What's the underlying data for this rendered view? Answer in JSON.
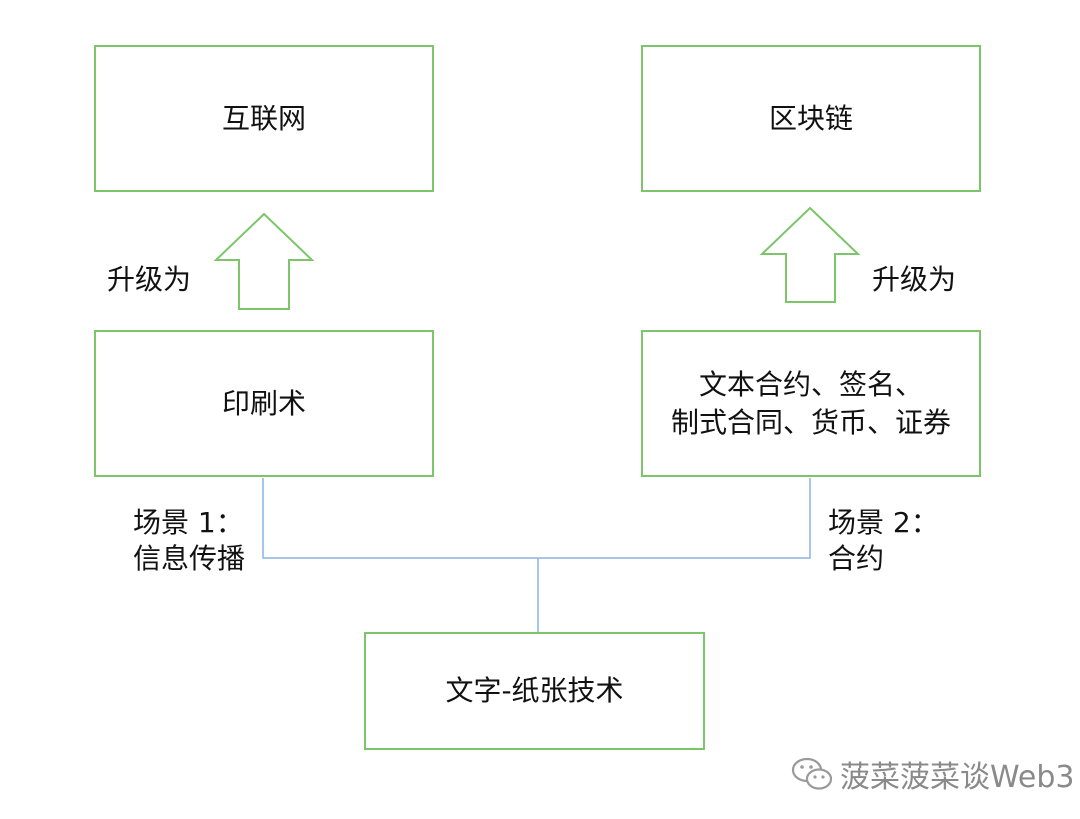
{
  "boxes": {
    "internet": "互联网",
    "blockchain": "区块链",
    "printing": "印刷术",
    "contracts_line1": "文本合约、签名、",
    "contracts_line2": "制式合同、货币、证券",
    "writing_paper": "文字-纸张技术"
  },
  "arrows": {
    "left_label": "升级为",
    "right_label": "升级为"
  },
  "scenes": {
    "scene1_line1": "场景 1：",
    "scene1_line2": "信息传播",
    "scene2_line1": "场景 2：",
    "scene2_line2": "合约"
  },
  "watermark": {
    "text": "菠菜菠菜谈Web3",
    "icon": "wechat-icon"
  },
  "colors": {
    "box_border": "#7cc56a",
    "connector": "#8ab4e0",
    "watermark": "#8a8a8a"
  }
}
